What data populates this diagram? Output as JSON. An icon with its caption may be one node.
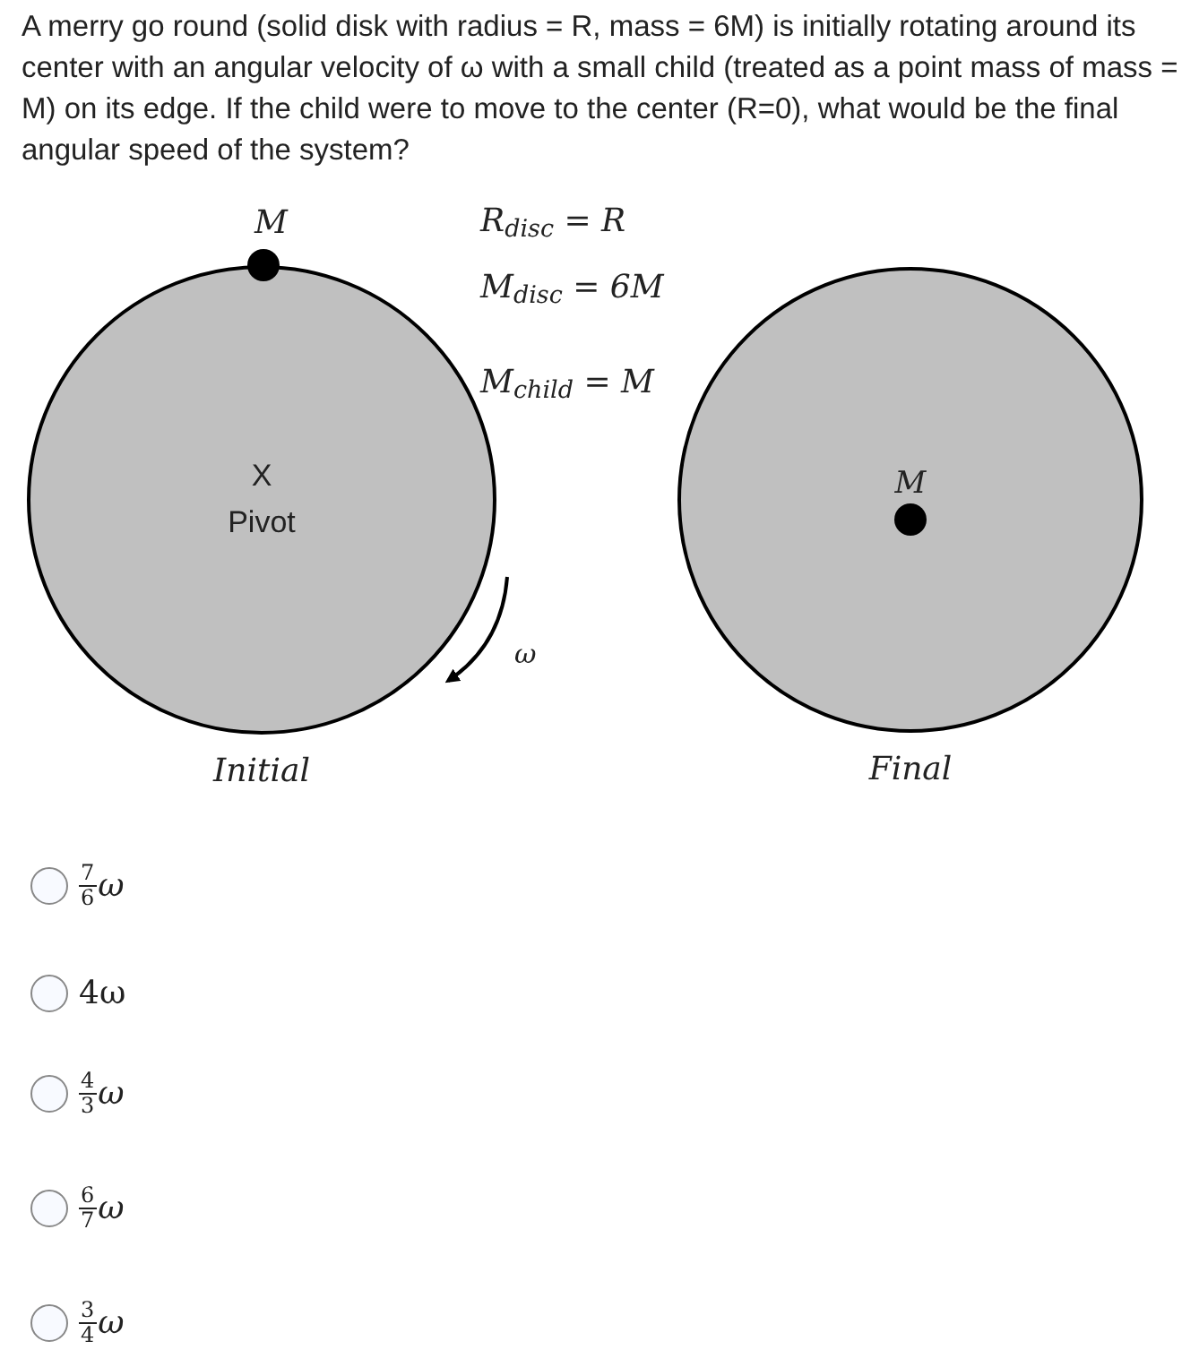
{
  "diagram": {
    "title": "A merry go round (solid disk with radius = R, mass = 6M) is initially rotating around its center with an angular velocity of ω with a small child (treated as a point mass of mass = M) on its edge. If the child were to move to the center (R=0), what would be the final angular speed of the system?",
    "nodes": [
      {
        "text": [
          "X",
          "Pivot"
        ],
        "beside": [
          "Initial"
        ]
      },
      {
        "text": [
          "M"
        ],
        "beside": [
          "Final"
        ]
      }
    ],
    "labels": [
      "M",
      "R$_{disc}$ = R",
      "M$_{disc}$ = 6M",
      "M$_{child}$ = M",
      "ω",
      "7",
      "6",
      "ω",
      "4ω",
      "4",
      "3",
      "ω",
      "6",
      "7",
      "ω",
      "3",
      "4",
      "ω"
    ]
  }
}
